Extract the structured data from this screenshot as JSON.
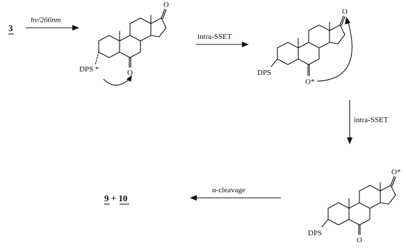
{
  "scheme": {
    "start_compound": "3",
    "step1_label": "hν/266nm",
    "step2_label": "intra-SSET",
    "step3_label": "intra-SSET",
    "step4_label": "α-cleavage",
    "products": "9 + 10",
    "substituent": "DPS",
    "substituent_excited": "DPS *",
    "carbonyl_oxygen": "O",
    "excited_oxygen": "O*"
  }
}
